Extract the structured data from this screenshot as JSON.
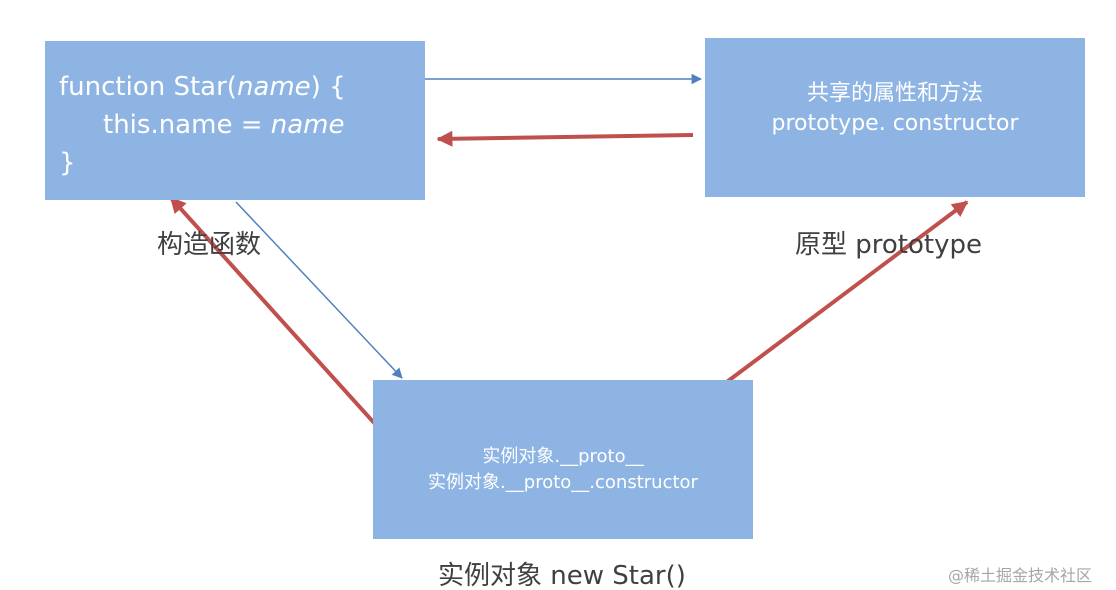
{
  "constructor_box": {
    "line1_prefix": "function Star(",
    "line1_param": "name",
    "line1_suffix": ") {",
    "line2_prefix": "this.name = ",
    "line2_param": "name",
    "line3": "}"
  },
  "prototype_box": {
    "line1": "共享的属性和方法",
    "line2": "prototype. constructor"
  },
  "instance_box": {
    "line1": "实例对象.__proto__",
    "line2": "实例对象.__proto__.constructor"
  },
  "captions": {
    "constructor": "构造函数",
    "prototype": "原型 prototype",
    "instance": "实例对象 new Star()"
  },
  "watermark": "@稀土掘金技术社区",
  "colors": {
    "box_fill": "#8eb4e3",
    "thin_arrow": "#4f81bd",
    "thick_arrow": "#c0504d",
    "caption_text": "#404040"
  }
}
